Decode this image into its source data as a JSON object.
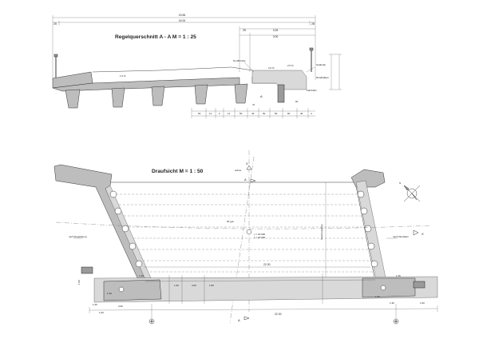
{
  "section": {
    "title": "Regelquerschnitt A - A   M = 1 : 25",
    "top_dims": [
      "15.56",
      "15.00",
      "25",
      "28",
      "3.25",
      "3.00",
      "25"
    ],
    "bottom_dims": [
      "54",
      "11",
      "2",
      "11",
      "50",
      "42",
      "50",
      "50",
      "60",
      "40",
      "4",
      "47",
      "60"
    ],
    "slopes": [
      "1.0 %",
      "2.0 %",
      "2.5 %"
    ],
    "notes": [
      "Nordbrücke",
      "Fahrbahn",
      "Geländer",
      "Randbalken"
    ],
    "detail_marker": "A"
  },
  "plan": {
    "title": "Draufsicht   M = 1 : 50",
    "markers": [
      "X",
      "A",
      "A",
      "X",
      "X"
    ],
    "left_label": "nach Engelsberg",
    "right_label": "nach Wendlam",
    "span_dims": [
      "22.30",
      "22.30"
    ],
    "end_dims": [
      "1.40",
      "1.30",
      "1.00",
      "1.25",
      "1.35",
      "1.00",
      "1.30",
      "3.60",
      "1.06",
      "1.31"
    ],
    "mid_dims": [
      "4.05",
      "1.50",
      "1.80"
    ],
    "angle": "60 gon",
    "axis_label": "Achse",
    "coords": [
      "y = 40.000",
      "x = 40.000"
    ],
    "vertical_label": "Überbauachse",
    "north_label": "N"
  }
}
